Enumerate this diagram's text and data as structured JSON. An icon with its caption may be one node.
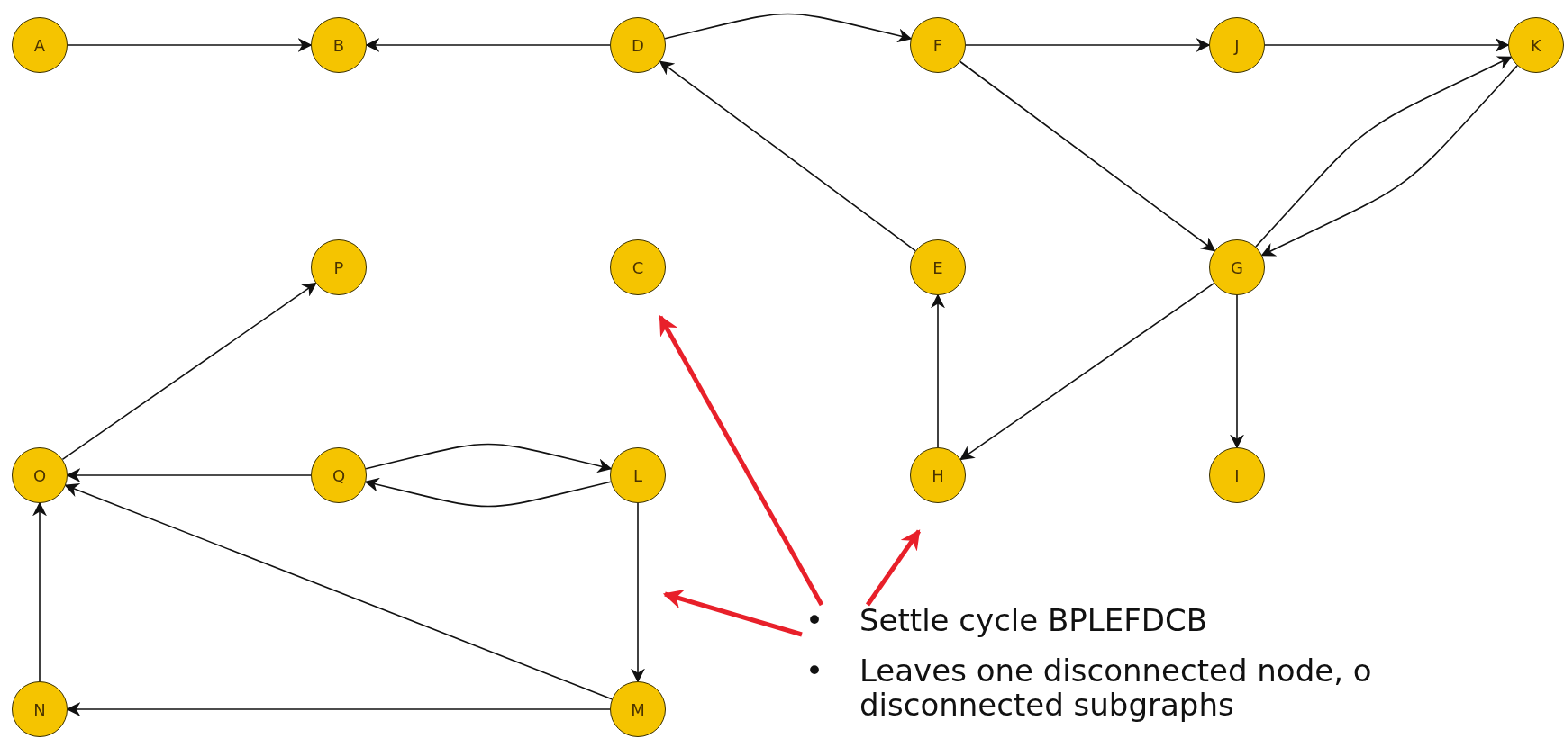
{
  "diagram": {
    "nodes": [
      {
        "text": [
          "A"
        ]
      },
      {
        "text": [
          "B"
        ]
      },
      {
        "text": [
          "D"
        ]
      },
      {
        "text": [
          "F"
        ]
      },
      {
        "text": [
          "J"
        ]
      },
      {
        "text": [
          "K"
        ]
      },
      {
        "text": [
          "P"
        ]
      },
      {
        "text": [
          "C"
        ]
      },
      {
        "text": [
          "E"
        ]
      },
      {
        "text": [
          "G"
        ]
      },
      {
        "text": [
          "O"
        ]
      },
      {
        "text": [
          "Q"
        ]
      },
      {
        "text": [
          "L"
        ]
      },
      {
        "text": [
          "H"
        ]
      },
      {
        "text": [
          "I"
        ]
      },
      {
        "text": [
          "N"
        ]
      },
      {
        "text": [
          "M"
        ]
      },
      {
        "text": [
          "Settle cycle BPLEFDCB",
          "Leaves one disconnected node, o disconnected subgraphs"
        ]
      }
    ],
    "edges": [
      {
        "from": 0,
        "to": 1,
        "arrow": "to"
      },
      {
        "from": 2,
        "to": 1,
        "arrow": "to"
      },
      {
        "from": 2,
        "to": 3,
        "arrow": "to"
      },
      {
        "from": 3,
        "to": 4,
        "arrow": "to"
      },
      {
        "from": 4,
        "to": 5,
        "arrow": "to"
      },
      {
        "from": 3,
        "to": 9,
        "arrow": "to"
      },
      {
        "from": 9,
        "to": 5,
        "arrow": "to"
      },
      {
        "from": 5,
        "to": 9,
        "arrow": "to"
      },
      {
        "from": 8,
        "to": 2,
        "arrow": "to"
      },
      {
        "from": 9,
        "to": 13,
        "arrow": "to"
      },
      {
        "from": 9,
        "to": 14,
        "arrow": "to"
      },
      {
        "from": 13,
        "to": 8,
        "arrow": "to"
      },
      {
        "from": 10,
        "to": 6,
        "arrow": "to"
      },
      {
        "from": 11,
        "to": 10,
        "arrow": "to"
      },
      {
        "from": 11,
        "to": 12,
        "arrow": "to"
      },
      {
        "from": 12,
        "to": 11,
        "arrow": "to"
      },
      {
        "from": 12,
        "to": 16,
        "arrow": "to"
      },
      {
        "from": 16,
        "to": 10,
        "arrow": "to"
      },
      {
        "from": 16,
        "to": 15,
        "arrow": "to"
      },
      {
        "from": 15,
        "to": 10,
        "arrow": "to"
      },
      {
        "from": 17,
        "to": 7,
        "arrow": "to",
        "style": "thick",
        "color": "#e8202a"
      },
      {
        "from": 17,
        "to": 13,
        "arrow": "to",
        "style": "thick",
        "color": "#e8202a"
      },
      {
        "from": 17,
        "to": null,
        "arrow": "to",
        "style": "thick",
        "color": "#e8202a"
      }
    ],
    "labels": [
      "•",
      "•"
    ]
  }
}
